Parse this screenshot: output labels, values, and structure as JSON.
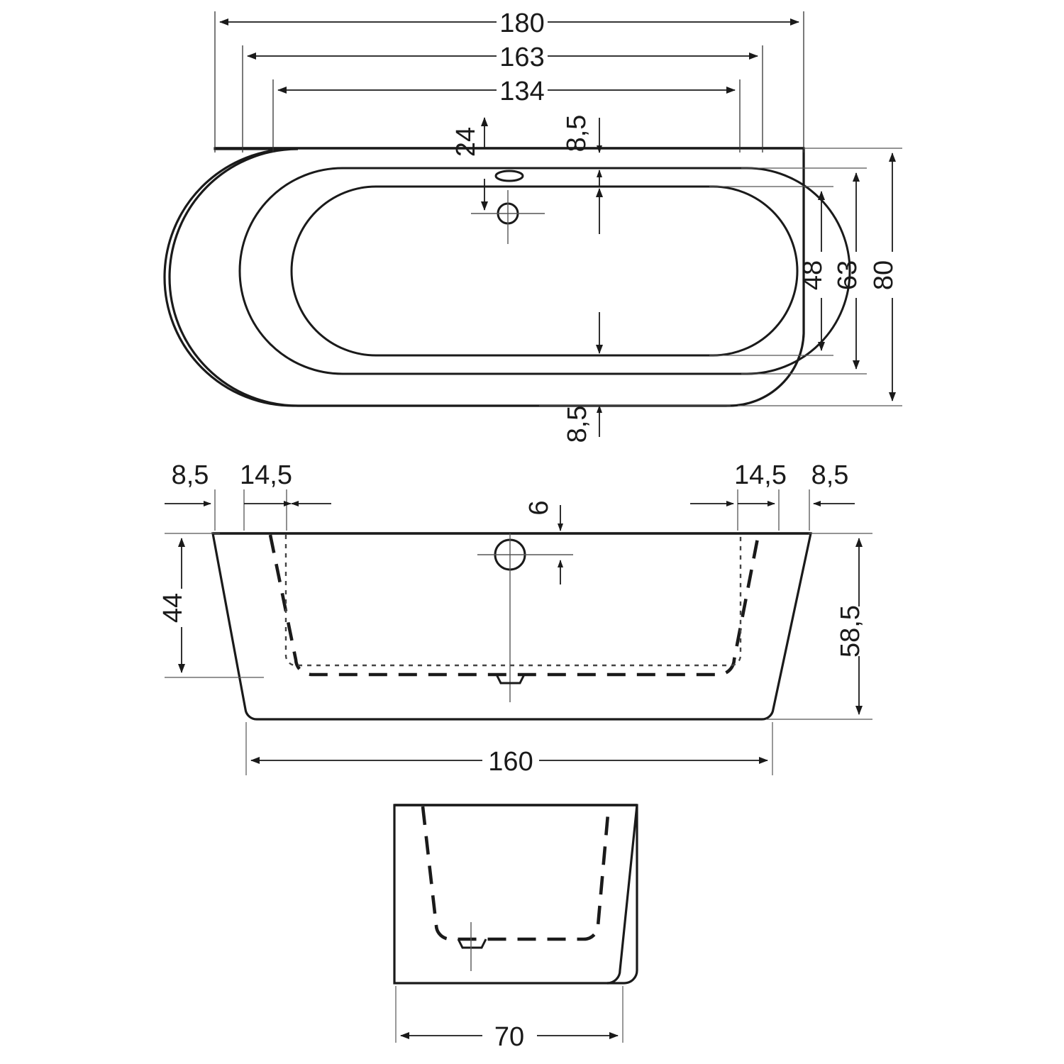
{
  "drawing": {
    "title": "Bathtub technical drawing",
    "unit": "cm",
    "line_color": "#1a1a1a",
    "dimension_color": "#333333",
    "background": "#ffffff"
  },
  "views": {
    "top": {
      "name": "top-view",
      "dimensions": {
        "overall_length": "180",
        "rim_length": "163",
        "inner_length": "134",
        "drain_offset_from_back": "24",
        "rim_width_back": "8,5",
        "rim_width_front": "8,5",
        "inner_width": "48",
        "mid_width": "63",
        "overall_width": "80"
      },
      "features": {
        "drain_icon": "drain-circle",
        "overflow_icon": "overflow-oval"
      }
    },
    "front": {
      "name": "front-elevation",
      "dimensions": {
        "rim_left_outer": "8,5",
        "rim_left_inner": "14,5",
        "rim_right_inner": "14,5",
        "rim_right_outer": "8,5",
        "overflow_from_rim": "6",
        "inner_depth": "44",
        "overall_height": "58,5",
        "base_length": "160"
      },
      "features": {
        "overflow_icon": "overflow-circle",
        "drain_icon": "drain-waste"
      }
    },
    "side": {
      "name": "side-elevation",
      "dimensions": {
        "base_width": "70"
      },
      "features": {
        "drain_icon": "drain-waste"
      }
    }
  },
  "labels": {
    "d180": "180",
    "d163": "163",
    "d134": "134",
    "d24": "24",
    "d85_top": "8,5",
    "d48": "48",
    "d63": "63",
    "d80": "80",
    "d85_bottom": "8,5",
    "d85_fl": "8,5",
    "d145_fl": "14,5",
    "d145_fr": "14,5",
    "d85_fr": "8,5",
    "d6": "6",
    "d44": "44",
    "d585": "58,5",
    "d160": "160",
    "d70": "70"
  }
}
